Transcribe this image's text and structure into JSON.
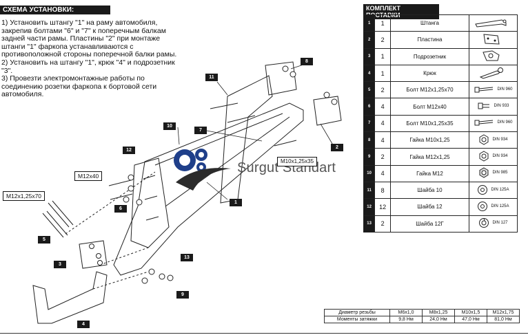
{
  "header": {
    "title": "СХЕМА УСТАНОВКИ:"
  },
  "instructions": "1) Установить штангу \"1\" на раму автомобиля,\nзакрепив болтами \"6\" и \"7\" к поперечным балкам\nзадней части рамы. Пластины \"2\" при монтаже\nштанги \"1\" фаркопа устанавливаются с\nпротивоположной стороны поперечной балки рамы.\n2) Установить на штангу \"1\", крюк \"4\" и подрозетник\n\"3\".\n3) Провезти электромонтажные работы по\nсоединению розетки фаркопа к бортовой сети\nавтомобиля.",
  "kit": {
    "title": "КОМПЛЕКТ ПОСТАВКИ",
    "rows": [
      {
        "num": "1",
        "qty": "1",
        "name": "Штанга",
        "din": "",
        "icon": "tow-bar-icon"
      },
      {
        "num": "2",
        "qty": "2",
        "name": "Пластина",
        "din": "",
        "icon": "plate-icon"
      },
      {
        "num": "3",
        "qty": "1",
        "name": "Подрозетник",
        "din": "",
        "icon": "socket-bracket-icon"
      },
      {
        "num": "4",
        "qty": "1",
        "name": "Крюк",
        "din": "",
        "icon": "hook-icon"
      },
      {
        "num": "5",
        "qty": "2",
        "name": "Болт М12х1,25х70",
        "din": "DIN 960",
        "icon": "long-bolt-icon"
      },
      {
        "num": "6",
        "qty": "4",
        "name": "Болт М12х40",
        "din": "DIN 933",
        "icon": "short-bolt-icon"
      },
      {
        "num": "7",
        "qty": "4",
        "name": "Болт М10х1,25х35",
        "din": "DIN 960",
        "icon": "long-bolt-icon"
      },
      {
        "num": "8",
        "qty": "4",
        "name": "Гайка М10х1,25",
        "din": "DIN 934",
        "icon": "nut-icon"
      },
      {
        "num": "9",
        "qty": "2",
        "name": "Гайка М12х1,25",
        "din": "DIN 934",
        "icon": "nut-icon"
      },
      {
        "num": "10",
        "qty": "4",
        "name": "Гайка М12",
        "din": "DIN 985",
        "icon": "lock-nut-icon"
      },
      {
        "num": "11",
        "qty": "8",
        "name": "Шайба 10",
        "din": "DIN 125A",
        "icon": "washer-icon"
      },
      {
        "num": "12",
        "qty": "12",
        "name": "Шайба 12",
        "din": "DIN 125A",
        "icon": "washer-icon"
      },
      {
        "num": "13",
        "qty": "2",
        "name": "Шайба 12Г",
        "din": "DIN 127",
        "icon": "spring-washer-icon"
      }
    ]
  },
  "torque": {
    "row1": [
      "Диаметр резьбы",
      "М6х1,0",
      "М8х1,25",
      "М10х1,5",
      "М12х1,75"
    ],
    "row2": [
      "Моменты затяжки",
      "9,8 Нм",
      "24,0 Нм",
      "47,0 Нм",
      "81,0 Нм"
    ]
  },
  "diagram": {
    "labels": {
      "m12x40": "М12х40",
      "m12x125x70": "М12х1,25х70",
      "m10x125x35": "М10х1,25х35"
    },
    "tags": {
      "t1": "1",
      "t2": "2",
      "t3": "3",
      "t4": "4",
      "t5": "5",
      "t6": "6",
      "t7": "7",
      "t8": "8",
      "t9": "9",
      "t10": "10",
      "t11": "11",
      "t12": "12",
      "t13": "13"
    }
  },
  "watermark": {
    "text": "Surgut Standart",
    "colors": {
      "blue": "#1f3f8a",
      "dark": "#2b2b2b"
    }
  }
}
